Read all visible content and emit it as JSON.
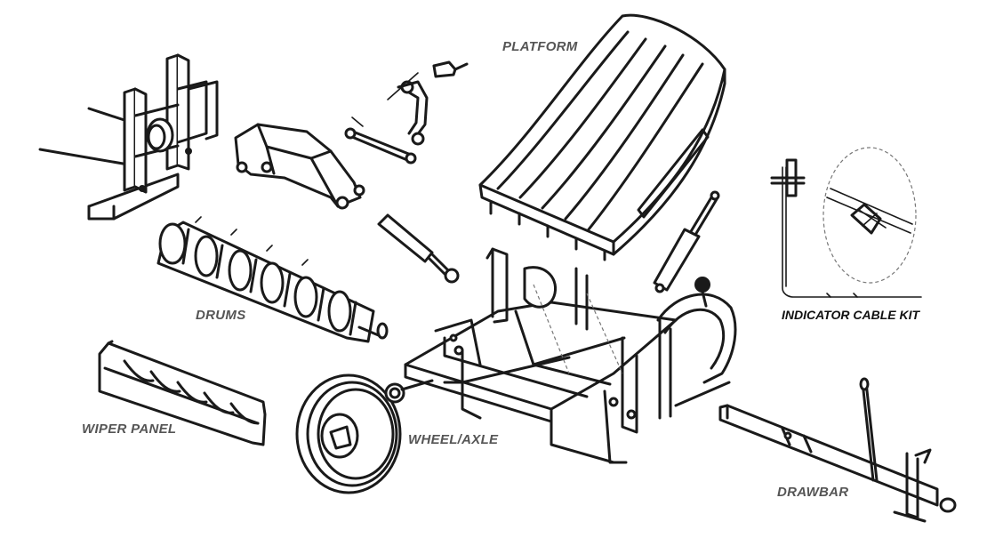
{
  "labels": {
    "platform": "PLATFORM",
    "drums": "DRUMS",
    "wiper_panel": "WIPER PANEL",
    "wheel_axle": "WHEEL/AXLE",
    "drawbar": "DRAWBAR",
    "indicator_cable_kit": "INDICATOR CABLE KIT"
  },
  "colors": {
    "line": "#1a1a1a",
    "label": "#555555",
    "label_dark": "#111111",
    "background": "#ffffff"
  }
}
